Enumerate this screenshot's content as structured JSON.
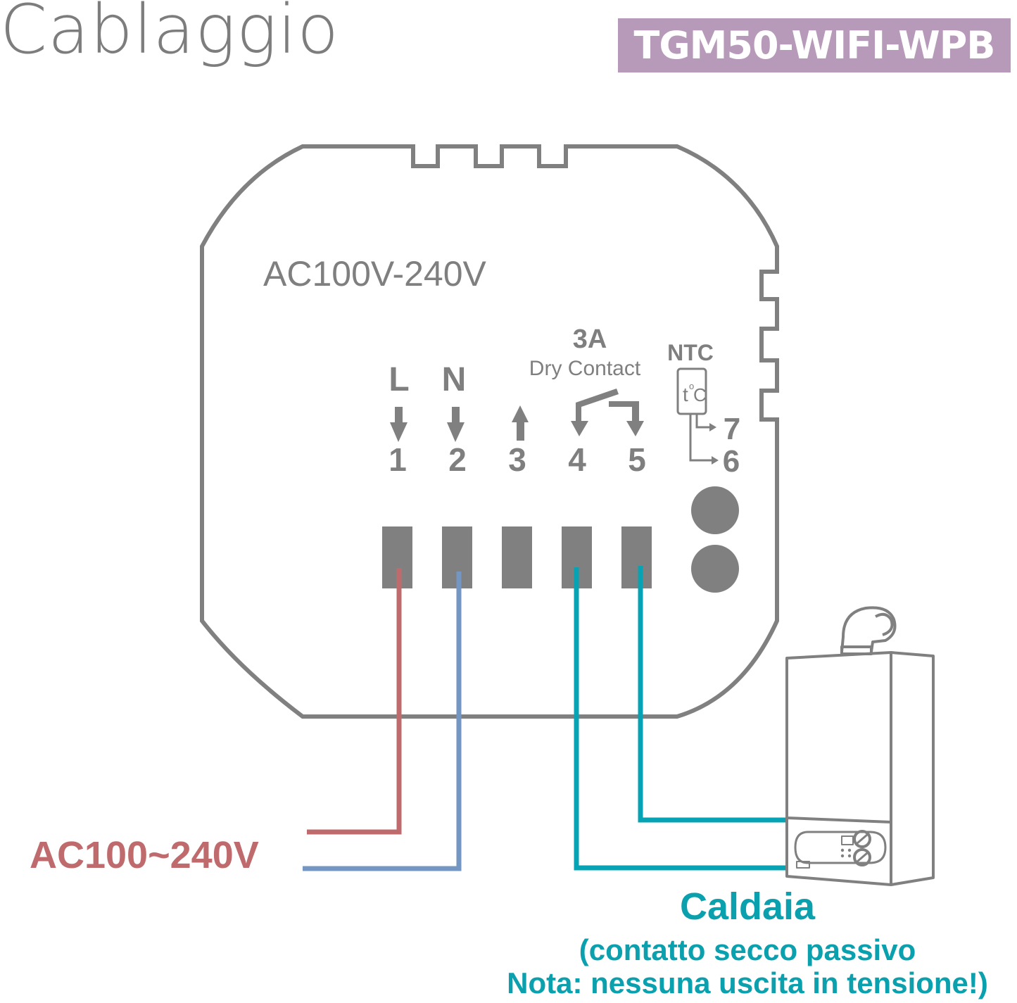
{
  "header": {
    "title": "Cablaggio",
    "model": "TGM50-WIFI-WPB"
  },
  "device": {
    "voltage_label": "AC100V-240V",
    "relay_rating": "3A",
    "relay_type": "Dry Contact",
    "sensor_label": "NTC",
    "sensor_symbol_t": "t",
    "sensor_symbol_deg": "o",
    "sensor_symbol_c": "C",
    "terminals": [
      {
        "id": "1",
        "label": "L",
        "arrow": "down"
      },
      {
        "id": "2",
        "label": "N",
        "arrow": "down"
      },
      {
        "id": "3",
        "label": "",
        "arrow": "up"
      },
      {
        "id": "4",
        "label": "",
        "arrow": "relay-down"
      },
      {
        "id": "5",
        "label": "",
        "arrow": "relay-down"
      }
    ],
    "sensor_terminals": [
      "7",
      "6"
    ]
  },
  "power": {
    "label": "AC100~240V"
  },
  "boiler": {
    "title": "Caldaia",
    "note_line1": "(contatto secco passivo",
    "note_line2": "Nota: nessuna uscita in tensione!)"
  },
  "colors": {
    "outline": "#808080",
    "live_wire": "#bf6b6e",
    "neutral_wire": "#7396c2",
    "boiler_wire": "#05a3b4",
    "badge": "#b79ab9",
    "power_text": "#bf6b6e",
    "boiler_text": "#0aa0ad"
  }
}
